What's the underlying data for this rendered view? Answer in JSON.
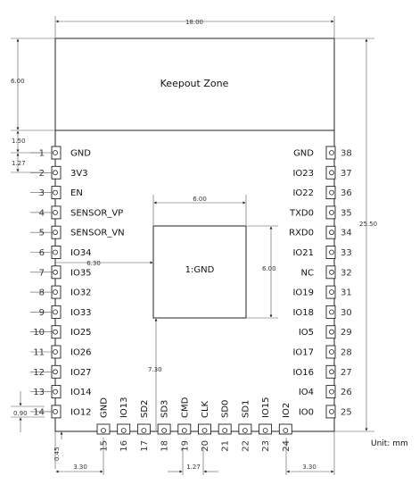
{
  "module": {
    "keepout_label": "Keepout Zone",
    "gnd_pad_label": "1:GND",
    "unit_label": "Unit: mm"
  },
  "pins_left": [
    {
      "num": "1",
      "label": "GND"
    },
    {
      "num": "2",
      "label": "3V3"
    },
    {
      "num": "3",
      "label": "EN"
    },
    {
      "num": "4",
      "label": "SENSOR_VP"
    },
    {
      "num": "5",
      "label": "SENSOR_VN"
    },
    {
      "num": "6",
      "label": "IO34"
    },
    {
      "num": "7",
      "label": "IO35"
    },
    {
      "num": "8",
      "label": "IO32"
    },
    {
      "num": "9",
      "label": "IO33"
    },
    {
      "num": "10",
      "label": "IO25"
    },
    {
      "num": "11",
      "label": "IO26"
    },
    {
      "num": "12",
      "label": "IO27"
    },
    {
      "num": "13",
      "label": "IO14"
    },
    {
      "num": "14",
      "label": "IO12"
    }
  ],
  "pins_right": [
    {
      "num": "38",
      "label": "GND"
    },
    {
      "num": "37",
      "label": "IO23"
    },
    {
      "num": "36",
      "label": "IO22"
    },
    {
      "num": "35",
      "label": "TXD0"
    },
    {
      "num": "34",
      "label": "RXD0"
    },
    {
      "num": "33",
      "label": "IO21"
    },
    {
      "num": "32",
      "label": "NC"
    },
    {
      "num": "31",
      "label": "IO19"
    },
    {
      "num": "30",
      "label": "IO18"
    },
    {
      "num": "29",
      "label": "IO5"
    },
    {
      "num": "28",
      "label": "IO17"
    },
    {
      "num": "27",
      "label": "IO16"
    },
    {
      "num": "26",
      "label": "IO4"
    },
    {
      "num": "25",
      "label": "IO0"
    }
  ],
  "pins_bottom": [
    {
      "num": "15",
      "label": "GND"
    },
    {
      "num": "16",
      "label": "IO13"
    },
    {
      "num": "17",
      "label": "SD2"
    },
    {
      "num": "18",
      "label": "SD3"
    },
    {
      "num": "19",
      "label": "CMD"
    },
    {
      "num": "20",
      "label": "CLK"
    },
    {
      "num": "21",
      "label": "SD0"
    },
    {
      "num": "22",
      "label": "SD1"
    },
    {
      "num": "23",
      "label": "IO15"
    },
    {
      "num": "24",
      "label": "IO2"
    }
  ],
  "dimensions": {
    "width": "18.00",
    "height": "25.50",
    "keepout_height": "6.00",
    "gap_1_50": "1.50",
    "pin_pitch_side": "1.27",
    "gnd_pad_width": "6.00",
    "gnd_pad_height": "6.00",
    "gnd_offset_x": "6.30",
    "gnd_offset_y": "7.30",
    "pad_height": "0.90",
    "bottom_offset": "0.45",
    "bottom_left": "3.30",
    "bottom_pitch": "1.27",
    "bottom_right": "3.30"
  }
}
